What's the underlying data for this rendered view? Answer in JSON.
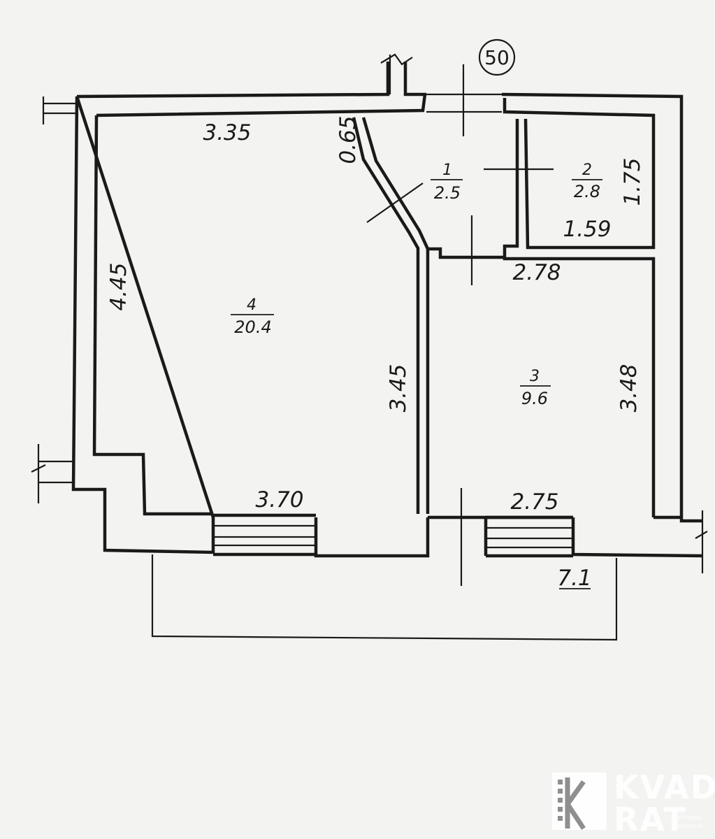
{
  "apartment": {
    "number": "50"
  },
  "rooms": [
    {
      "id": "1",
      "area": "2.5"
    },
    {
      "id": "2",
      "area": "2.8"
    },
    {
      "id": "3",
      "area": "9.6"
    },
    {
      "id": "4",
      "area": "20.4"
    }
  ],
  "dimensions": {
    "room4_top": "3.35",
    "room4_left": "4.45",
    "room4_right": "3.45",
    "room4_bottom": "3.70",
    "corridor_jog": "0.65",
    "room2_height": "1.75",
    "room2_width": "1.59",
    "room3_top": "2.78",
    "room3_right": "3.48",
    "room3_bottom": "2.75",
    "balcony": "7.1"
  },
  "watermark": {
    "word_line1": "KVAD",
    "word_line2": "RAT",
    "tagline_line1": "житлова",
    "tagline_line2": "компанія",
    "color": "#ffffff"
  }
}
